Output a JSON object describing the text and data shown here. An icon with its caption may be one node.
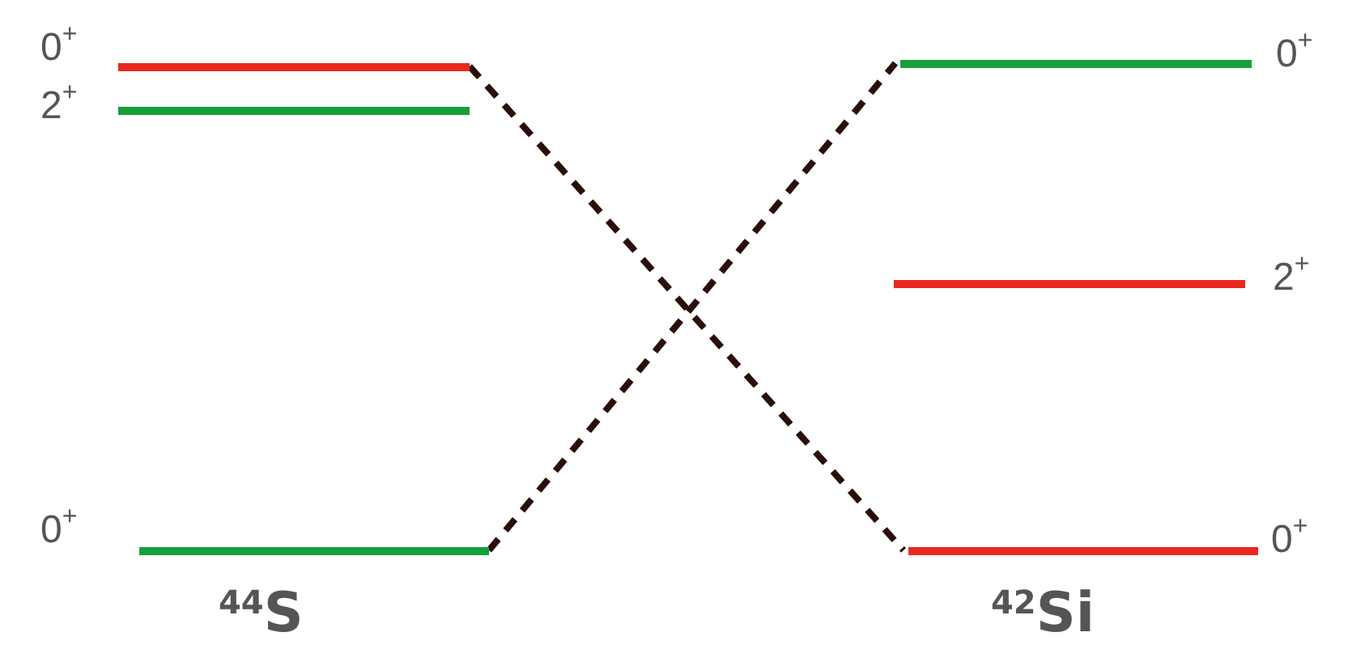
{
  "diagram": {
    "nodes": [
      {
        "text": [],
        "shape": "bar",
        "beside": [
          "0$^{+}$"
        ]
      },
      {
        "text": [],
        "shape": "bar",
        "beside": [
          "2$^{+}$"
        ]
      },
      {
        "text": [],
        "shape": "bar",
        "beside": [
          "0$^{+}$"
        ]
      },
      {
        "text": [],
        "shape": "bar",
        "beside": [
          "0$^{+}$"
        ]
      },
      {
        "text": [],
        "shape": "bar",
        "beside": [
          "2$^{+}$"
        ]
      },
      {
        "text": [],
        "shape": "bar",
        "beside": [
          "0$^{+}$"
        ]
      }
    ],
    "edges": [
      {
        "from": 0,
        "to": 5,
        "arrow": "none",
        "style": "dashed"
      },
      {
        "from": 2,
        "to": 3,
        "arrow": "none",
        "style": "dashed"
      }
    ],
    "labels": [
      "$^{44}$S",
      "$^{42}$Si"
    ]
  }
}
